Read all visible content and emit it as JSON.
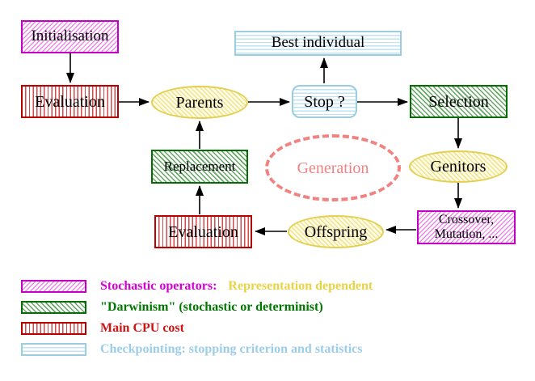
{
  "nodes": {
    "initialisation": "Initialisation",
    "evaluation_top": "Evaluation",
    "parents": "Parents",
    "stop": "Stop ?",
    "best_individual": "Best individual",
    "selection": "Selection",
    "genitors": "Genitors",
    "crossover_line1": "Crossover,",
    "crossover_line2": "Mutation, ...",
    "offspring": "Offspring",
    "evaluation_bottom": "Evaluation",
    "replacement": "Replacement",
    "generation": "Generation"
  },
  "legend": {
    "items": [
      {
        "label": "Stochastic operators:",
        "label_suffix": "Representation dependent",
        "label_color": "#d400d4",
        "suffix_color": "#e9d245",
        "swatch_pattern": "magenta-diagonal-hatch"
      },
      {
        "label": "\"Darwinism\" (stochastic or determinist)",
        "label_color": "#007700",
        "swatch_pattern": "green-diagonal-hatch"
      },
      {
        "label": "Main CPU cost",
        "label_color": "#cc1414",
        "swatch_pattern": "red-vertical-lines"
      },
      {
        "label": "Checkpointing: stopping criterion and statistics",
        "label_color": "#9ccde8",
        "swatch_pattern": "cyan-horizontal-lines"
      }
    ]
  },
  "colors": {
    "magenta_border": "#c400c4",
    "magenta_hatch": "#ef86ef",
    "green_border": "#066d06",
    "green_hatch": "#63a763",
    "red_border": "#b80000",
    "red_hatch": "#d24a4a",
    "cyan_border": "#9cccdf",
    "cyan_hatch": "#bee3f2",
    "yellow_border": "#e3cf52",
    "yellow_hatch": "#f2e48c",
    "generation_dashed": "#f18282",
    "arrow": "#000000",
    "background": "#ffffff"
  }
}
